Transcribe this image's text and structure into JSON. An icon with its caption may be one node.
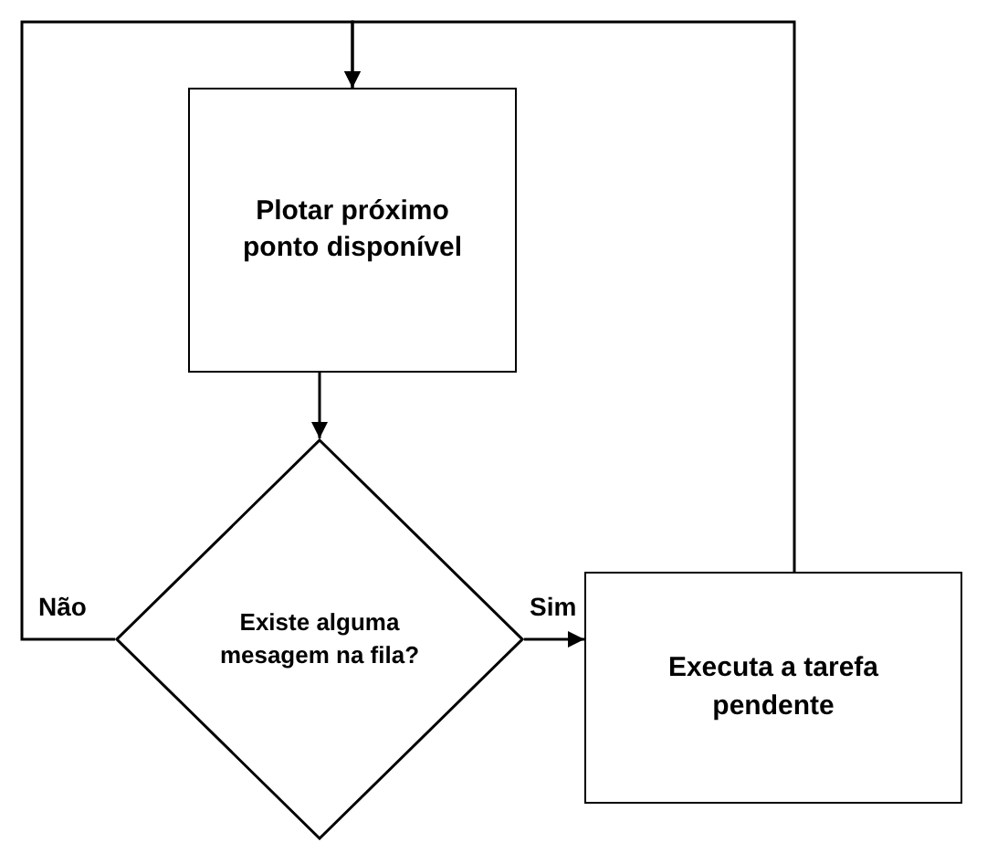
{
  "diagram": {
    "nodes": [
      {
        "text": [
          "Plotar próximo ponto disponível"
        ]
      },
      {
        "text": [
          "Existe alguma mesagem na fila?"
        ]
      },
      {
        "text": [
          "Executa a tarefa pendente"
        ]
      }
    ],
    "edges": [
      {
        "from": 0,
        "to": 1,
        "arrow": "to"
      },
      {
        "from": 1,
        "to": 2,
        "arrow": "to",
        "label": "Sim"
      },
      {
        "from": 1,
        "to": 0,
        "arrow": "to",
        "label": "Não"
      },
      {
        "from": 2,
        "to": 0,
        "arrow": "to"
      }
    ]
  }
}
